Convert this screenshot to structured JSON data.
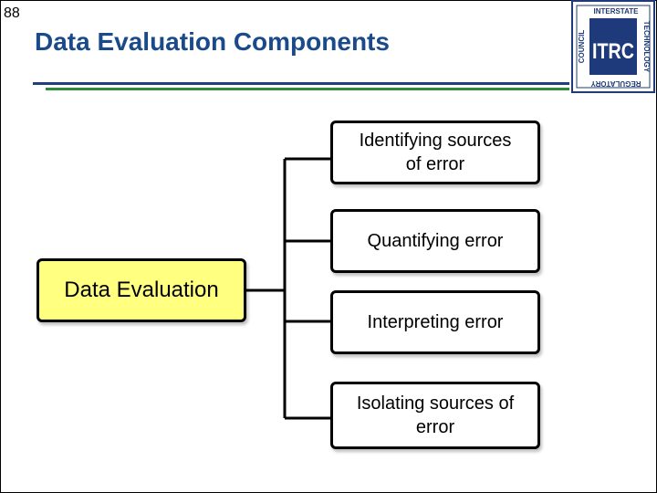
{
  "slide": {
    "number": "88",
    "title": "Data Evaluation Components"
  },
  "logo": {
    "top_text": "INTERSTATE",
    "right_text": "TECHNOLOGY",
    "bottom_text": "REGULATORY",
    "left_text": "COUNCIL",
    "center_text": "ITRC",
    "colors": {
      "navy": "#1f3a7a",
      "light": "#ffffff"
    }
  },
  "diagram": {
    "root": "Data Evaluation",
    "root_color": "#ffff80",
    "children": [
      "Identifying sources\nof error",
      "Quantifying error",
      "Interpreting error",
      "Isolating sources   of\nerror"
    ]
  }
}
